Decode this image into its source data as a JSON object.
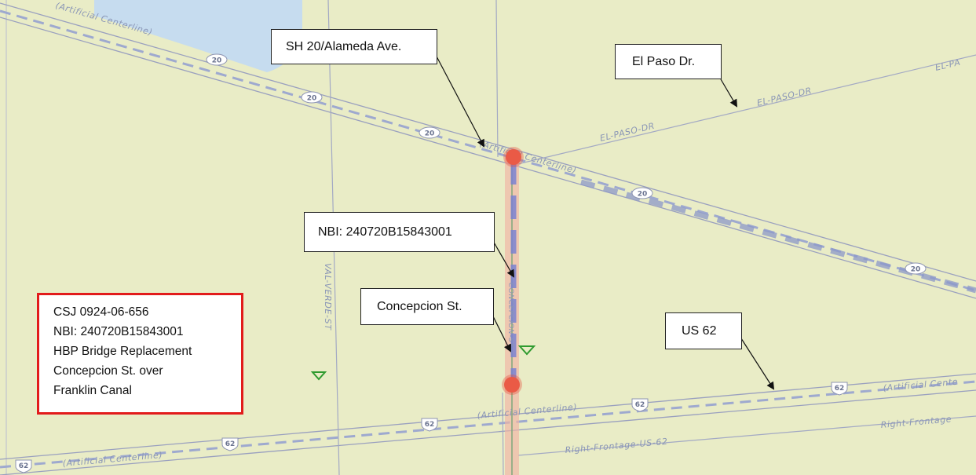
{
  "map": {
    "background_color": "#e9ecc6",
    "water_color": "#c6dcef",
    "highlight_color": "#e64a3a",
    "symbols": [
      "bridge-endpoint-marker",
      "green-triangle-marker"
    ]
  },
  "callouts": {
    "sh20": "SH 20/Alameda Ave.",
    "elpaso": "El Paso Dr.",
    "nbi": "NBI: 240720B15843001",
    "concepcion": "Concepcion St.",
    "us62": "US 62"
  },
  "info_box": {
    "border_color": "#e21b1b",
    "lines": [
      "CSJ 0924-06-656",
      "NBI: 240720B15843001",
      "HBP Bridge Replacement",
      "Concepcion St. over",
      "Franklin Canal"
    ]
  },
  "road_labels": {
    "artificial_centerline": "(Artificial Centerline)",
    "artificial_centerline_short": "(Artificial Cente",
    "el_paso_dr": "EL-PASO-DR",
    "el_paso_dr_edge": "EL-PA",
    "val_verde_st": "VAL-VERDE-ST",
    "concepcion_st": "CONCEPCION-ST",
    "right_frontage": "Right-Frontage-US-62",
    "right_frontage_edge": "Right-Frontage"
  },
  "shields": {
    "sh20": "20",
    "us62": "62"
  }
}
